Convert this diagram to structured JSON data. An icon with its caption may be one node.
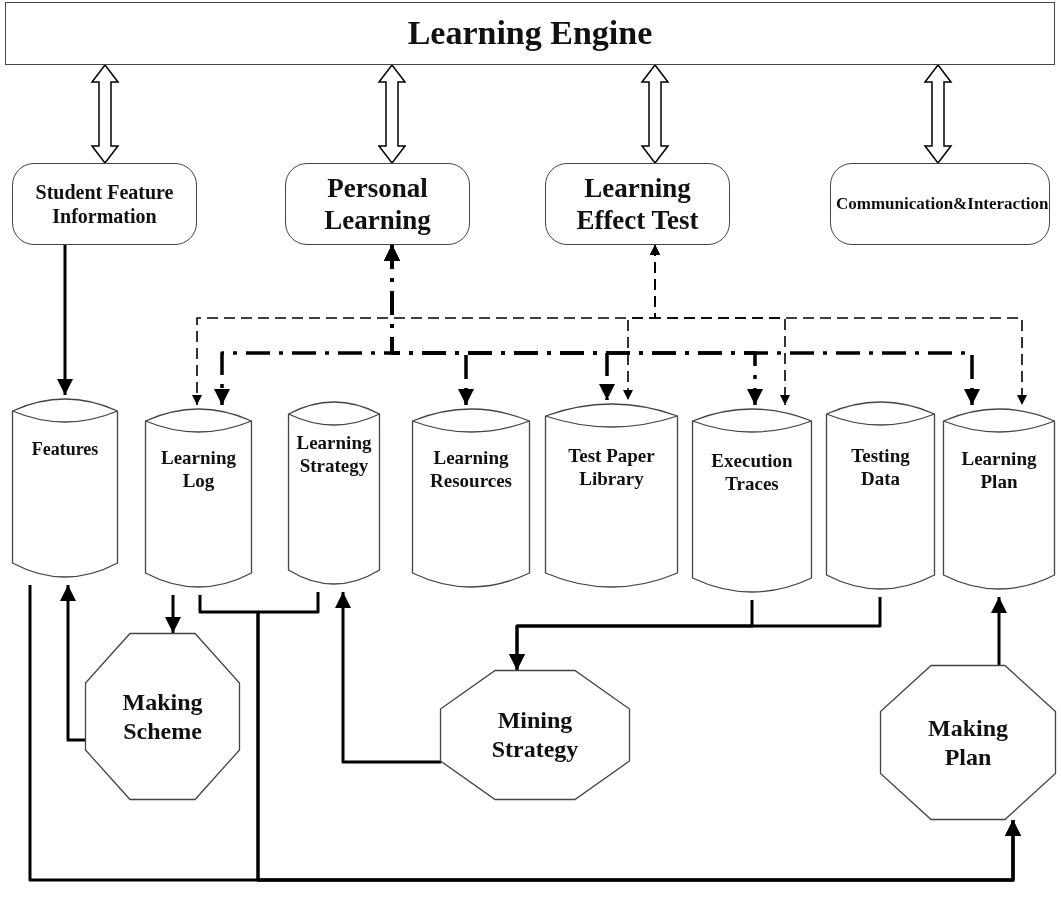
{
  "diagram": {
    "nodes": [
      {
        "text": [
          "Learning Engine"
        ]
      },
      {
        "text": [
          "Student Feature Information"
        ]
      },
      {
        "text": [
          "Personal Learning"
        ]
      },
      {
        "text": [
          "Learning Effect Test"
        ]
      },
      {
        "text": [
          "Communication&Interaction"
        ]
      },
      {
        "text": [
          "Features"
        ]
      },
      {
        "text": [
          "Learning Log"
        ]
      },
      {
        "text": [
          "Learning Strategy"
        ]
      },
      {
        "text": [
          "Learning Resources"
        ]
      },
      {
        "text": [
          "Test Paper Library"
        ]
      },
      {
        "text": [
          "Execution Traces"
        ]
      },
      {
        "text": [
          "Testing Data"
        ]
      },
      {
        "text": [
          "Learning Plan"
        ]
      },
      {
        "text": [
          "Making Scheme"
        ]
      },
      {
        "text": [
          "Mining Strategy"
        ]
      },
      {
        "text": [
          "Making Plan"
        ]
      }
    ],
    "edges": [
      {
        "from": 0,
        "to": 1,
        "arrow": "both",
        "style": "thick"
      },
      {
        "from": 0,
        "to": 2,
        "arrow": "both",
        "style": "thick"
      },
      {
        "from": 0,
        "to": 3,
        "arrow": "both",
        "style": "thick"
      },
      {
        "from": 0,
        "to": 4,
        "arrow": "both",
        "style": "thick"
      },
      {
        "from": 1,
        "to": 5,
        "arrow": "to"
      },
      {
        "from": 2,
        "to": 6,
        "arrow": "both",
        "style": "dashed"
      },
      {
        "from": 2,
        "to": 8,
        "arrow": "both",
        "style": "dashed"
      },
      {
        "from": 2,
        "to": 9,
        "arrow": "both",
        "style": "dashed"
      },
      {
        "from": 2,
        "to": 10,
        "arrow": "both",
        "style": "dashed"
      },
      {
        "from": 2,
        "to": 12,
        "arrow": "both",
        "style": "dashed"
      },
      {
        "from": 3,
        "to": 6,
        "arrow": "both",
        "style": "dashed"
      },
      {
        "from": 3,
        "to": 9,
        "arrow": "both",
        "style": "dashed"
      },
      {
        "from": 3,
        "to": 10,
        "arrow": "both",
        "style": "dashed"
      },
      {
        "from": 3,
        "to": 12,
        "arrow": "both",
        "style": "dashed"
      },
      {
        "from": 6,
        "to": 13,
        "arrow": "to"
      },
      {
        "from": 6,
        "to": 15,
        "arrow": "to"
      },
      {
        "from": 7,
        "to": 15,
        "arrow": "to"
      },
      {
        "from": 5,
        "to": 15,
        "arrow": "to"
      },
      {
        "from": 13,
        "to": 5,
        "arrow": "to"
      },
      {
        "from": 14,
        "to": 7,
        "arrow": "to"
      },
      {
        "from": 10,
        "to": 14,
        "arrow": "to"
      },
      {
        "from": 11,
        "to": 14,
        "arrow": "to"
      },
      {
        "from": 15,
        "to": 12,
        "arrow": "to"
      }
    ]
  }
}
